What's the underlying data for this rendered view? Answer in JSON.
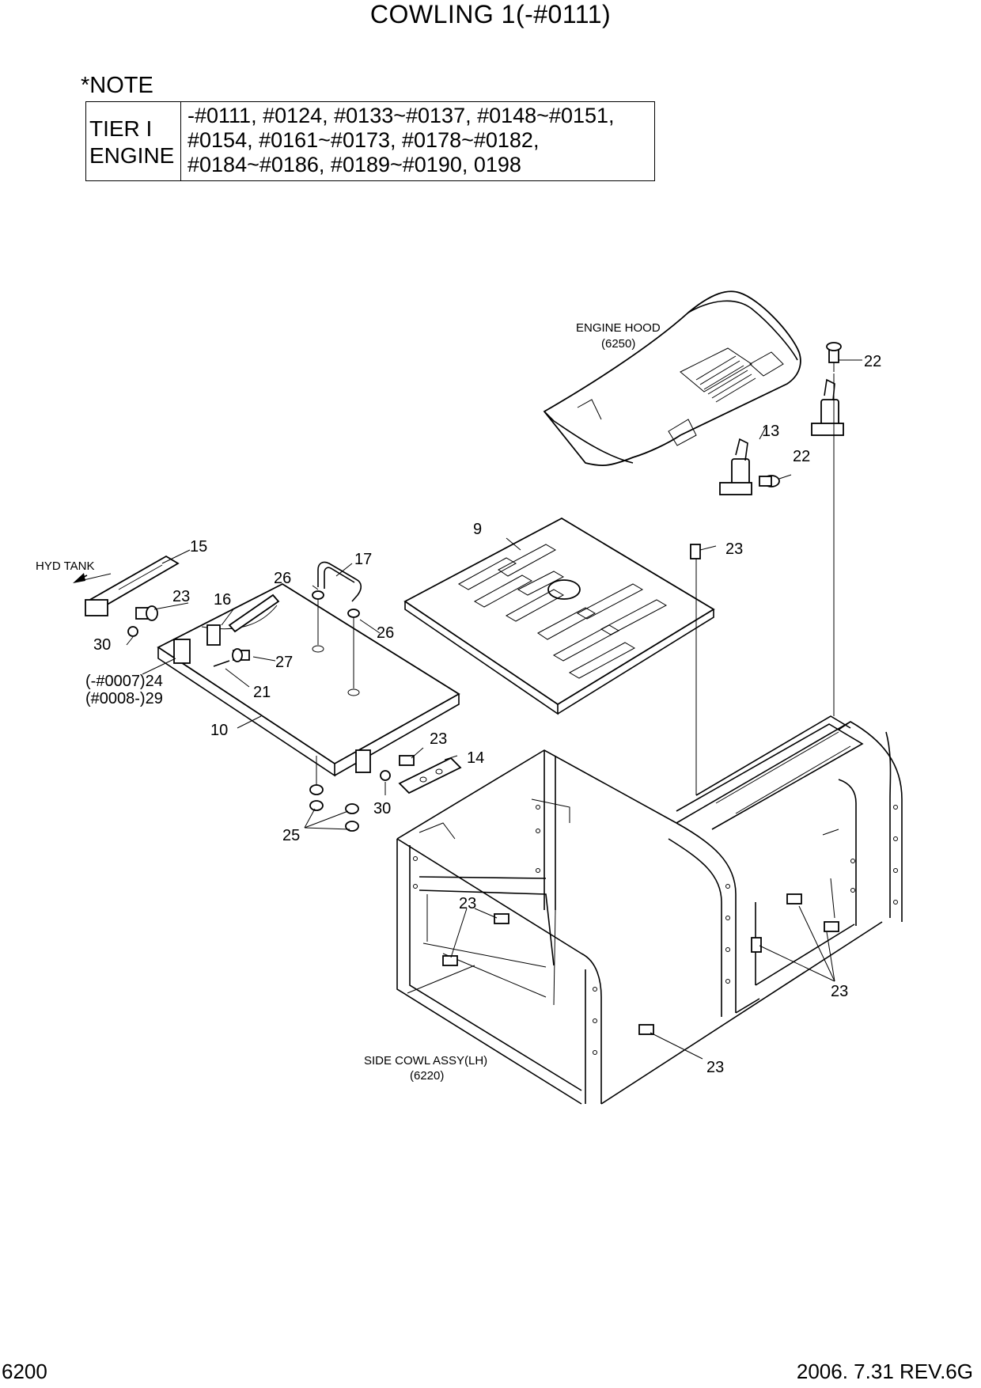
{
  "page_title": "COWLING 1(-#0111)",
  "note": {
    "label": "*NOTE",
    "left_line1": "TIER I",
    "left_line2": "ENGINE",
    "lines": [
      "-#0111, #0124, #0133~#0137, #0148~#0151,",
      " #0154, #0161~#0173, #0178~#0182,",
      " #0184~#0186, #0189~#0190, 0198"
    ]
  },
  "annotations": {
    "engine_hood": "ENGINE HOOD",
    "engine_hood_ref": "(6250)",
    "hyd_tank": "HYD TANK",
    "side_cowl": "SIDE COWL ASSY(LH)",
    "side_cowl_ref": "(6220)"
  },
  "part_numbers": {
    "p22a": "22",
    "p22b": "22",
    "p13": "13",
    "p9": "9",
    "p23a": "23",
    "p15": "15",
    "p17": "17",
    "p26a": "26",
    "p23b": "23",
    "p16": "16",
    "p26b": "26",
    "p30a": "30",
    "p27": "27",
    "p24": "(-#0007)24",
    "p29": "(#0008-)29",
    "p21": "21",
    "p10": "10",
    "p23c": "23",
    "p14": "14",
    "p30b": "30",
    "p25": "25",
    "p23d": "23",
    "p23e": "23",
    "p23f": "23"
  },
  "footer": {
    "page_number": "6200",
    "revision": "2006. 7.31 REV.6G"
  }
}
